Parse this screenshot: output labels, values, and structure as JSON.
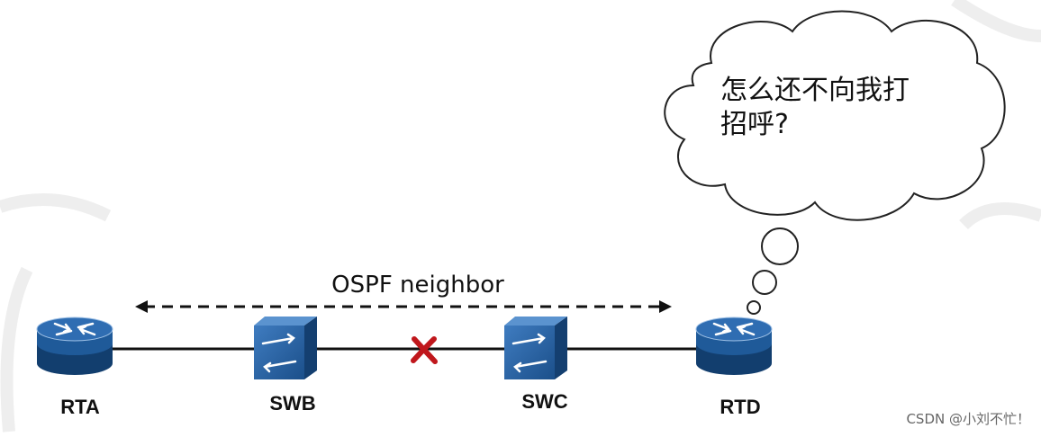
{
  "link_label": "OSPF neighbor",
  "thought": {
    "line1": "怎么还不向我打",
    "line2": "招呼?"
  },
  "nodes": {
    "rta": {
      "label": "RTA",
      "kind": "router"
    },
    "swb": {
      "label": "SWB",
      "kind": "switch"
    },
    "swc": {
      "label": "SWC",
      "kind": "switch"
    },
    "rtd": {
      "label": "RTD",
      "kind": "router"
    }
  },
  "link_break_marker": "red-x-icon",
  "watermark": "CSDN @小刘不忙！",
  "colors": {
    "device_blue": "#1f5a99",
    "device_dark": "#123e6e",
    "break_red": "#c0171c",
    "line": "#111111"
  }
}
